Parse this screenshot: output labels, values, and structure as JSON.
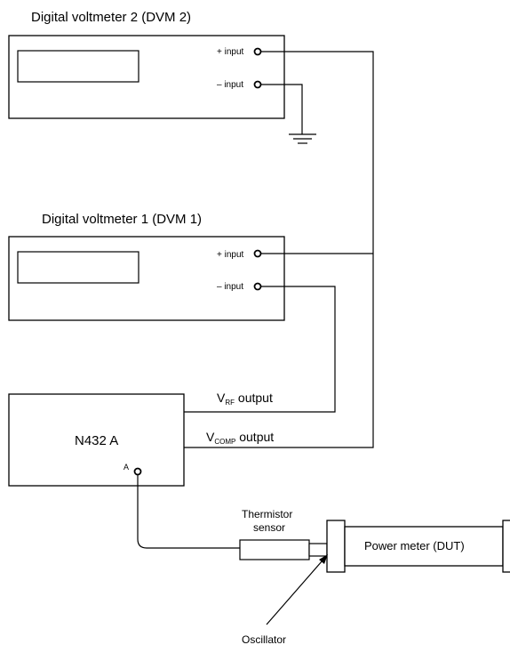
{
  "dvm2": {
    "title": "Digital voltmeter 2 (DVM 2)",
    "plus_input": "+ input",
    "minus_input": "– input"
  },
  "dvm1": {
    "title": "Digital voltmeter 1 (DVM 1)",
    "plus_input": "+ input",
    "minus_input": "– input"
  },
  "n432a": {
    "name": "N432 A",
    "port_a": "A",
    "vrf_main": "V",
    "vrf_sub": "RF",
    "vrf_tail": " output",
    "vcomp_main": "V",
    "vcomp_sub": "COMP",
    "vcomp_tail": " output"
  },
  "sensor": {
    "line1": "Thermistor",
    "line2": "sensor"
  },
  "power_meter": {
    "label": "Power meter (DUT)"
  },
  "oscillator": {
    "label": "Oscillator"
  }
}
